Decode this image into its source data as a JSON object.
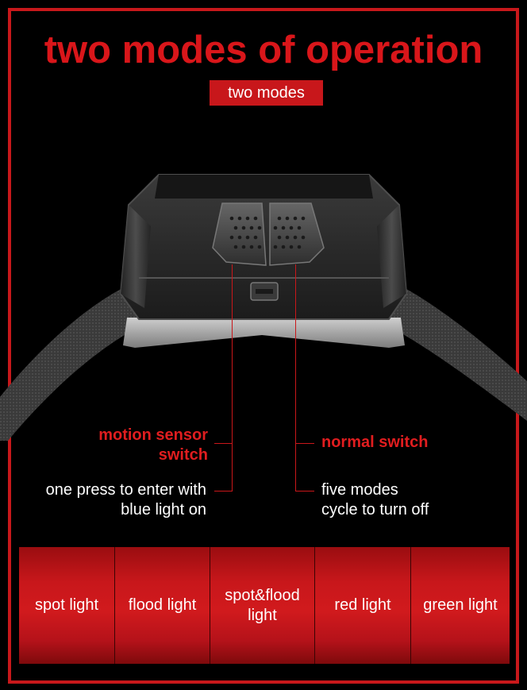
{
  "header": {
    "title": "two modes of operation",
    "badge": "two modes"
  },
  "callouts": {
    "left": {
      "heading_line1": "motion sensor",
      "heading_line2": "switch",
      "desc_line1": "one press to enter with",
      "desc_line2": "blue light on"
    },
    "right": {
      "heading": "normal switch",
      "desc_line1": "five modes",
      "desc_line2": "cycle to turn off"
    }
  },
  "modes": [
    {
      "line1": "spot light",
      "line2": ""
    },
    {
      "line1": "flood light",
      "line2": ""
    },
    {
      "line1": "spot&flood",
      "line2": "light"
    },
    {
      "line1": "red light",
      "line2": ""
    },
    {
      "line1": "green light",
      "line2": ""
    }
  ],
  "colors": {
    "accent": "#c8171b",
    "title": "#d9161a",
    "background": "#000000"
  }
}
